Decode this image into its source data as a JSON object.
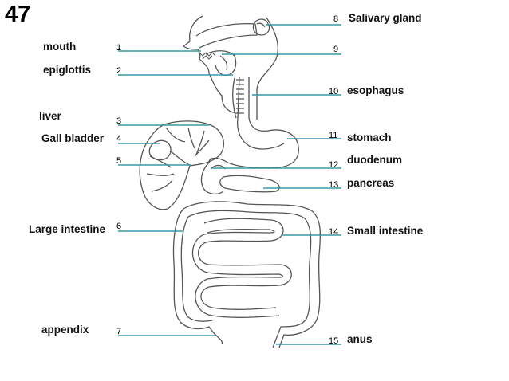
{
  "slide_number": "47",
  "colors": {
    "leader_line": "#3a9aa5",
    "outline": "#555555"
  },
  "terms": {
    "mouth": "mouth",
    "epiglottis": "epiglottis",
    "liver": "liver",
    "gall_bladder": "Gall bladder",
    "large_intestine": "Large intestine",
    "appendix": "appendix",
    "salivary_gland": "Salivary gland",
    "esophagus": "esophagus",
    "stomach": "stomach",
    "duodenum": "duodenum",
    "pancreas": "pancreas",
    "small_intestine": "Small intestine",
    "anus": "anus"
  },
  "numbers": [
    "1",
    "2",
    "3",
    "4",
    "5",
    "6",
    "7",
    "8",
    "9",
    "10",
    "11",
    "12",
    "13",
    "14",
    "15"
  ]
}
